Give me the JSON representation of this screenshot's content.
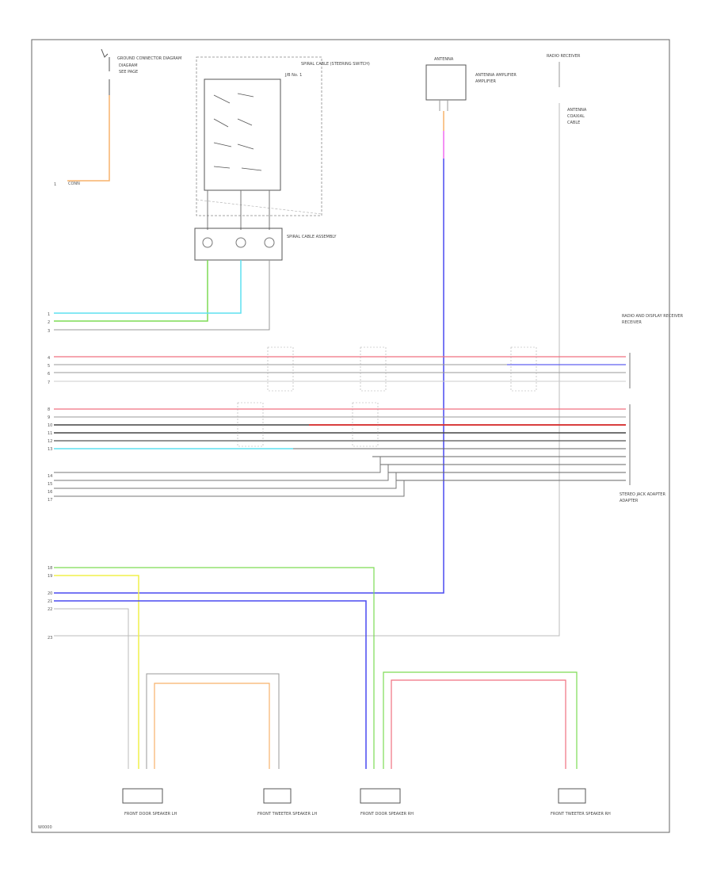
{
  "diagram": {
    "page_code": "W0000",
    "components": {
      "ground_top_left": "GROUND CONNECTOR DIAGRAM",
      "steering_switch": "SPIRAL CABLE (STEERING SWITCH)",
      "spiral_cable": "SPIRAL CABLE ASSEMBLY",
      "jb_top_label": "J/B No. 1",
      "radio_receiver": "RADIO RECEIVER",
      "antenna": "ANTENNA",
      "antenna_amp": "ANTENNA AMPLIFIER",
      "front_door_lh": "FRONT DOOR SPEAKER LH",
      "front_door_lh_tweeter": "FRONT TWEETER SPEAKER LH",
      "front_door_rh": "FRONT DOOR SPEAKER RH",
      "front_door_rh_tweeter": "FRONT TWEETER SPEAKER RH",
      "stereo_jack": "STEREO JACK ADAPTER",
      "radio_right_top": "RADIO AND DISPLAY RECEIVER"
    }
  }
}
